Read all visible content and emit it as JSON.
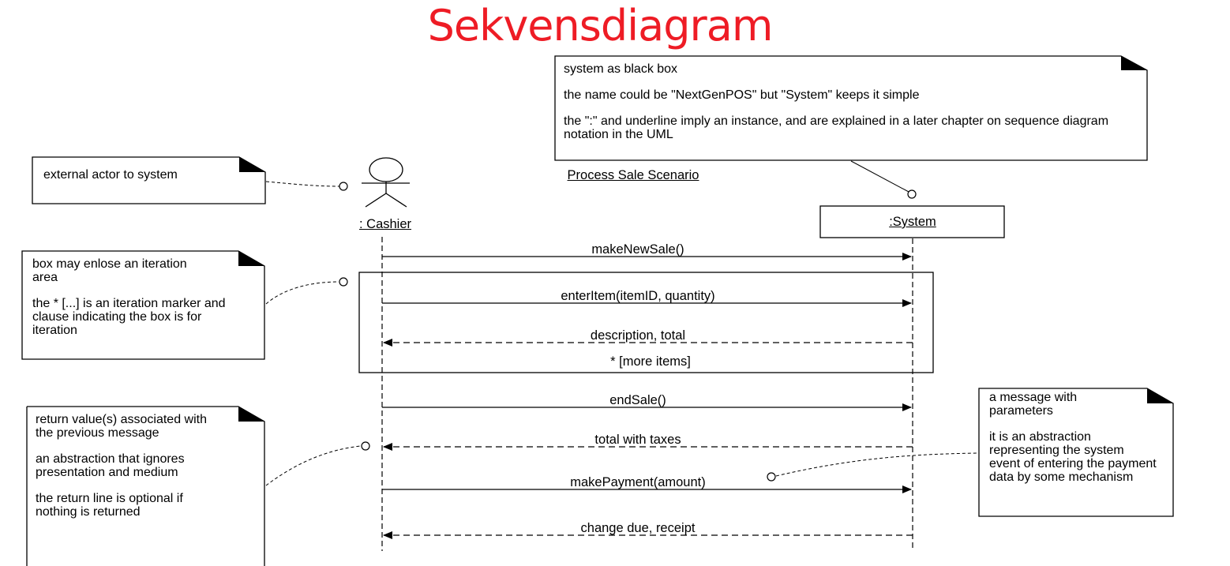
{
  "title": "Sekvensdiagram",
  "scenario_title": "Process Sale Scenario",
  "participants": {
    "actor": ": Cashier",
    "system": ":System"
  },
  "notes": {
    "system_box": [
      "system as black box",
      "the name could be \"NextGenPOS\" but \"System\" keeps it simple",
      "the \":\" and underline imply an instance, and are explained in a later chapter on sequence diagram notation in the UML"
    ],
    "actor": [
      "external actor to system"
    ],
    "iteration": [
      "box may enlose an iteration area",
      "the * [...] is an iteration marker and clause indicating the box is for iteration"
    ],
    "return": [
      "return value(s) associated with the previous message",
      "an abstraction that ignores presentation and medium",
      "the return line is optional if nothing is returned"
    ],
    "parameters": [
      "a message with parameters",
      "it is an abstraction representing the system event of entering the payment data by some mechanism"
    ]
  },
  "messages": [
    {
      "label": "makeNewSale()",
      "dir": "call"
    },
    {
      "label": "enterItem(itemID, quantity)",
      "dir": "call"
    },
    {
      "label": "description, total",
      "dir": "return"
    },
    {
      "label": "endSale()",
      "dir": "call"
    },
    {
      "label": "total with taxes",
      "dir": "return"
    },
    {
      "label": "makePayment(amount)",
      "dir": "call"
    },
    {
      "label": "change due, receipt",
      "dir": "return"
    }
  ],
  "loop_guard": "* [more items]"
}
